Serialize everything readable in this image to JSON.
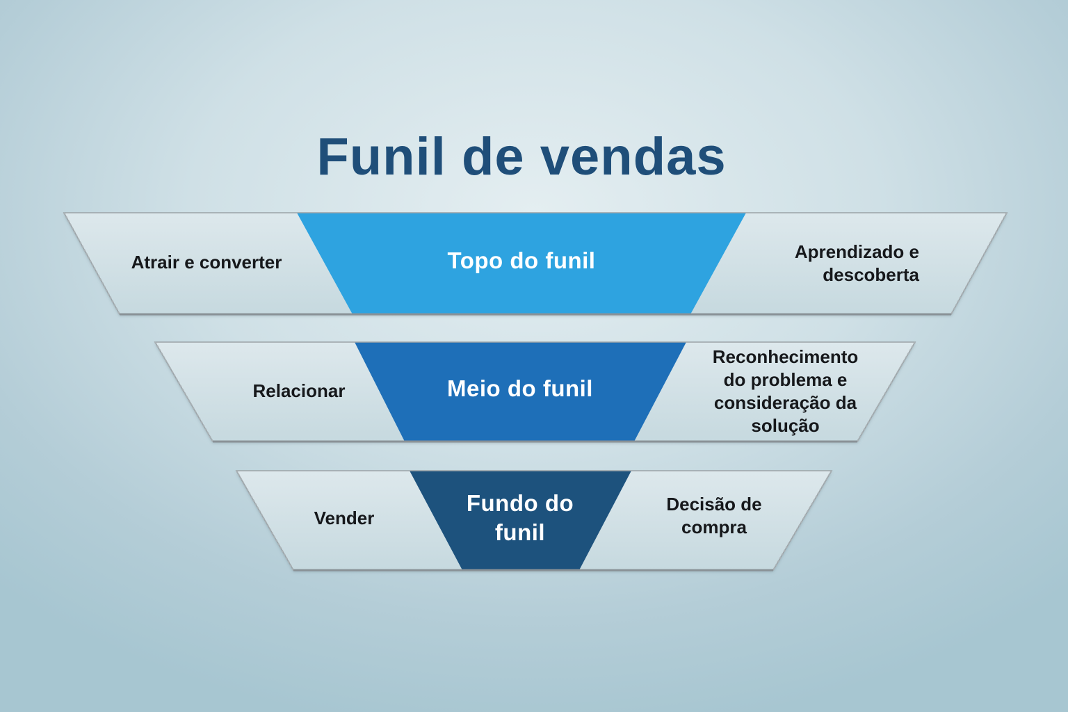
{
  "title": "Funil de vendas",
  "colors": {
    "title_text": "#1f4e79",
    "background_center": "#e4eef1",
    "background_edge": "#a7c6d1",
    "tier_light_fill_top": "#dce7eb",
    "tier_light_fill_bottom": "#c6d9df",
    "outline": "#9ba3a7",
    "side_label_text": "#16181b",
    "stage_label_text": "#ffffff"
  },
  "funnel": {
    "tiers": [
      {
        "name": "topo-do-funil",
        "left_label": "Atrair e converter",
        "center_label": "Topo do funil",
        "right_label": "Aprendizado e descoberta",
        "color": "#2ea3e0"
      },
      {
        "name": "meio-do-funil",
        "left_label": "Relacionar",
        "center_label": "Meio do funil",
        "right_label": "Reconhecimento do problema e consideração da solução",
        "color": "#1e6fb8"
      },
      {
        "name": "fundo-do-funil",
        "left_label": "Vender",
        "center_label": "Fundo do funil",
        "right_label": "Decisão de compra",
        "color": "#1d527d"
      }
    ]
  }
}
